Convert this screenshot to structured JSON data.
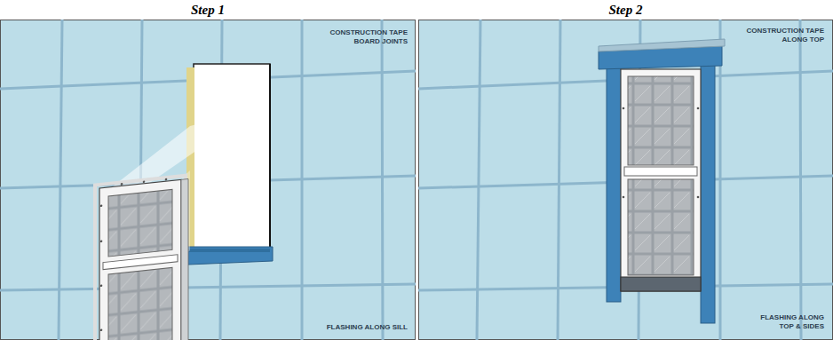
{
  "diagram": {
    "labels": [
      "Step 1",
      "CONSTRUCTION TAPE BOARD JOINTS",
      "FLASHING ALONG SILL",
      "Step 2",
      "CONSTRUCTION TAPE ALONG TOP",
      "FLASHING ALONG TOP & SIDES"
    ]
  }
}
